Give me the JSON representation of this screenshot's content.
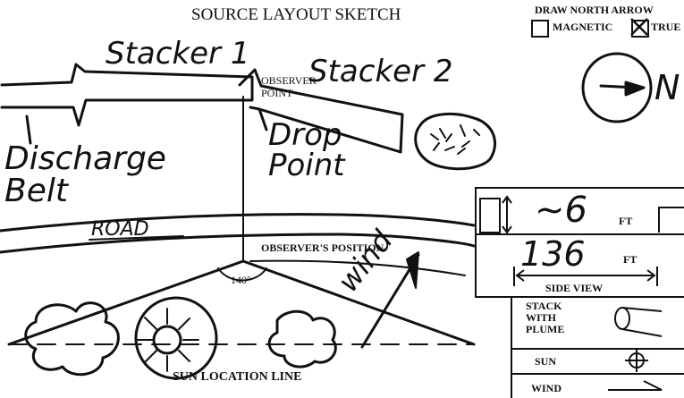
{
  "header": {
    "title": "SOURCE LAYOUT SKETCH",
    "north_arrow_label": "DRAW NORTH ARROW",
    "magnetic_label": "MAGNETIC",
    "true_label": "TRUE",
    "true_selected": true
  },
  "sketch": {
    "stacker1": "Stacker 1",
    "stacker2": "Stacker 2",
    "observer_point_label": "OBSERVER POINT",
    "discharge_belt": "Discharge Belt",
    "drop_point": "Drop Point",
    "road": "ROAD",
    "observer_position_label": "OBSERVER'S POSITION",
    "angle": "140°",
    "wind": "wind",
    "north_letter": "N",
    "sun_location_line": "SUN LOCATION LINE"
  },
  "side_view": {
    "height_value": "~6",
    "height_unit": "FT",
    "distance_value": "136",
    "distance_unit": "FT",
    "label": "SIDE VIEW"
  },
  "legend": {
    "stack_with_plume": "STACK WITH PLUME",
    "sun": "SUN",
    "wind": "WIND"
  }
}
